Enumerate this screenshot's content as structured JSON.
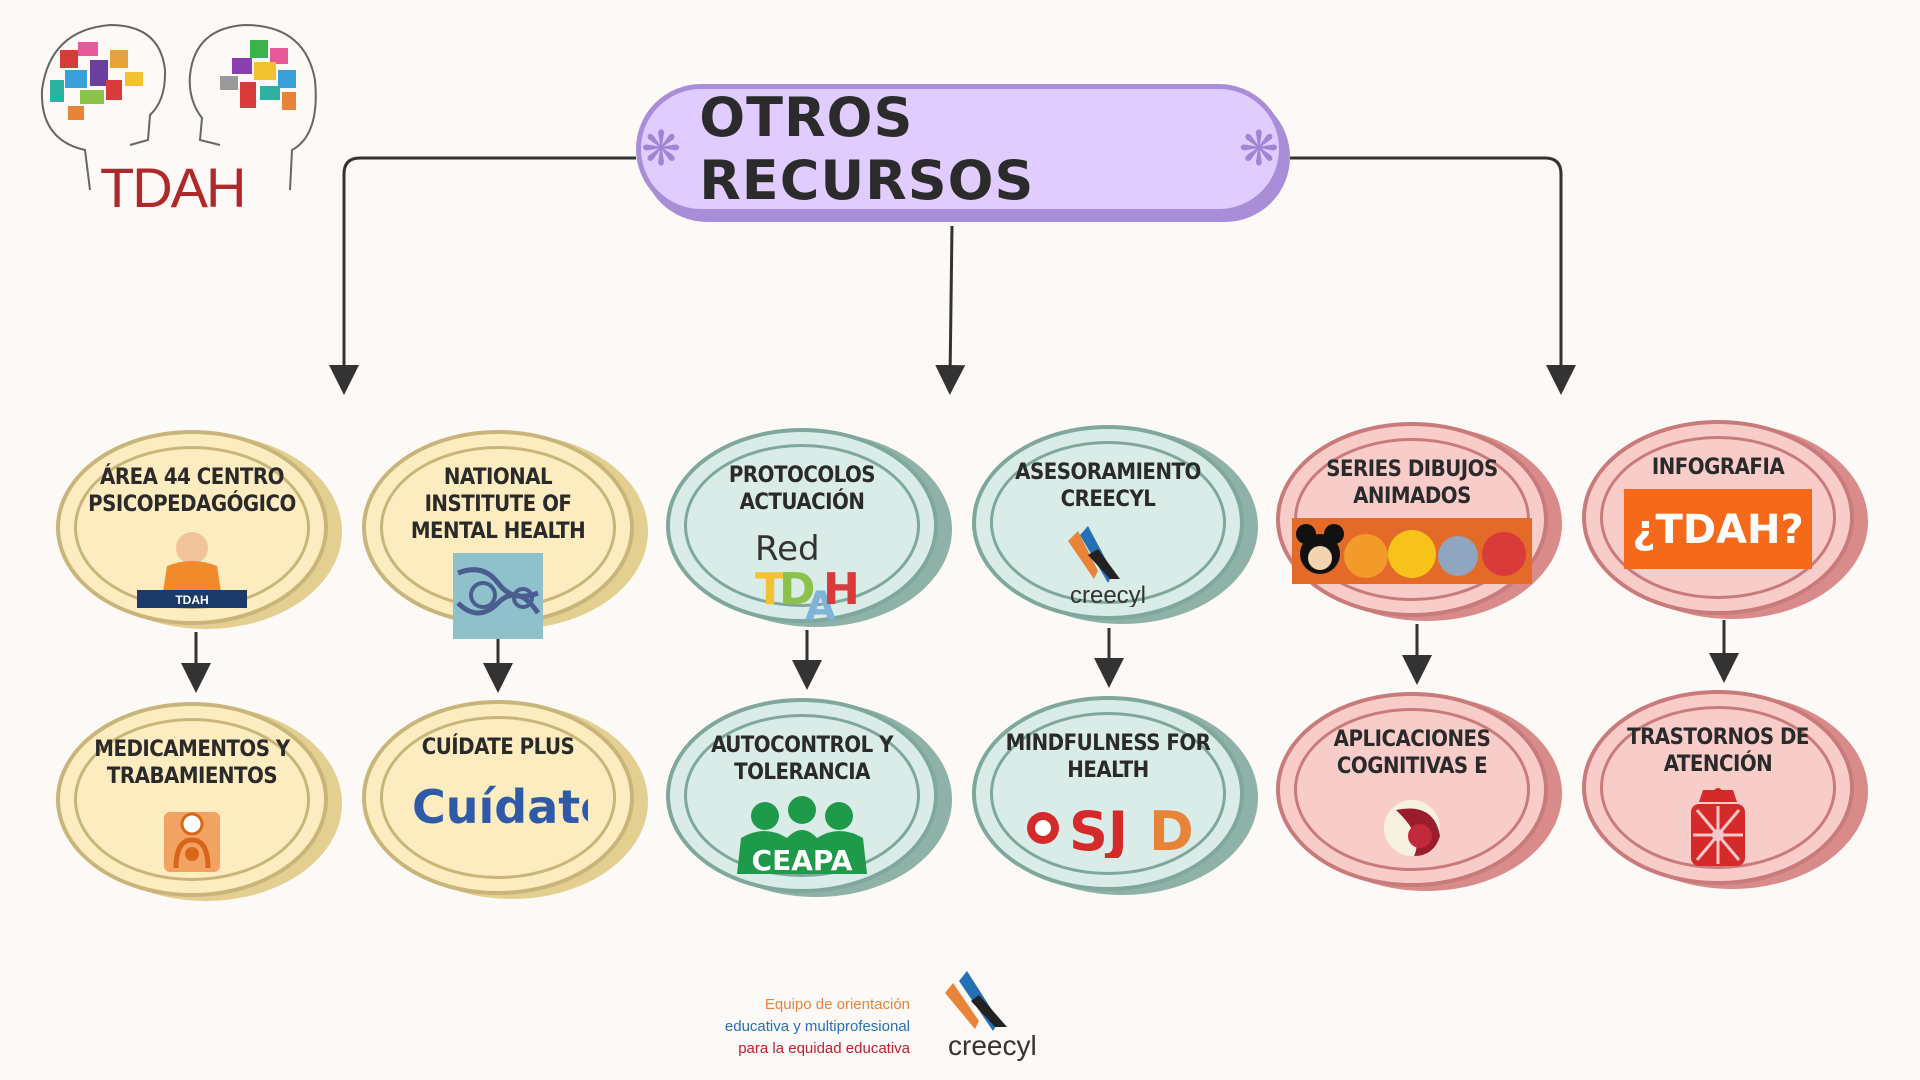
{
  "logo": {
    "title": "TDAH"
  },
  "title": "OTROS RECURSOS",
  "nodes_top": [
    {
      "label": "ÁREA 44 CENTRO PSICOPEDAGÓGICO",
      "image_caption": "TDAH",
      "color": "yellow"
    },
    {
      "label": "NATIONAL INSTITUTE OF MENTAL HEALTH",
      "color": "yellow"
    },
    {
      "label": "PROTOCOLOS ACTUACIÓN",
      "image_caption": "Red TDAH",
      "color": "green"
    },
    {
      "label": "ASESORAMIENTO CREECYL",
      "image_caption": "creecyl",
      "color": "green"
    },
    {
      "label": "SERIES DIBUJOS ANIMADOS",
      "color": "pink"
    },
    {
      "label": "INFOGRAFIA",
      "image_caption": "¿TDAH?",
      "color": "pink"
    }
  ],
  "nodes_bottom": [
    {
      "label": "MEDICAMENTOS Y TRABAMIENTOS",
      "color": "yellow"
    },
    {
      "label": "CUÍDATE PLUS",
      "image_caption": "Cuídate",
      "color": "yellow"
    },
    {
      "label": "AUTOCONTROL Y TOLERANCIA",
      "image_caption": "CEAPA",
      "color": "green"
    },
    {
      "label": "MINDFULNESS FOR HEALTH",
      "image_caption": "SJD",
      "color": "green"
    },
    {
      "label": "APLICACIONES COGNITIVAS E",
      "color": "pink"
    },
    {
      "label": "TRASTORNOS DE ATENCIÓN",
      "color": "pink"
    }
  ],
  "footer": {
    "line1": "Equipo de orientación",
    "line2": "educativa y multiprofesional",
    "line3": "para la equidad educativa",
    "logo_text": "creecyl"
  },
  "colors": {
    "title_bg": "#e1ccff",
    "yellow": "#fdecbf",
    "green": "#d9ece7",
    "pink": "#f8cdc9"
  }
}
